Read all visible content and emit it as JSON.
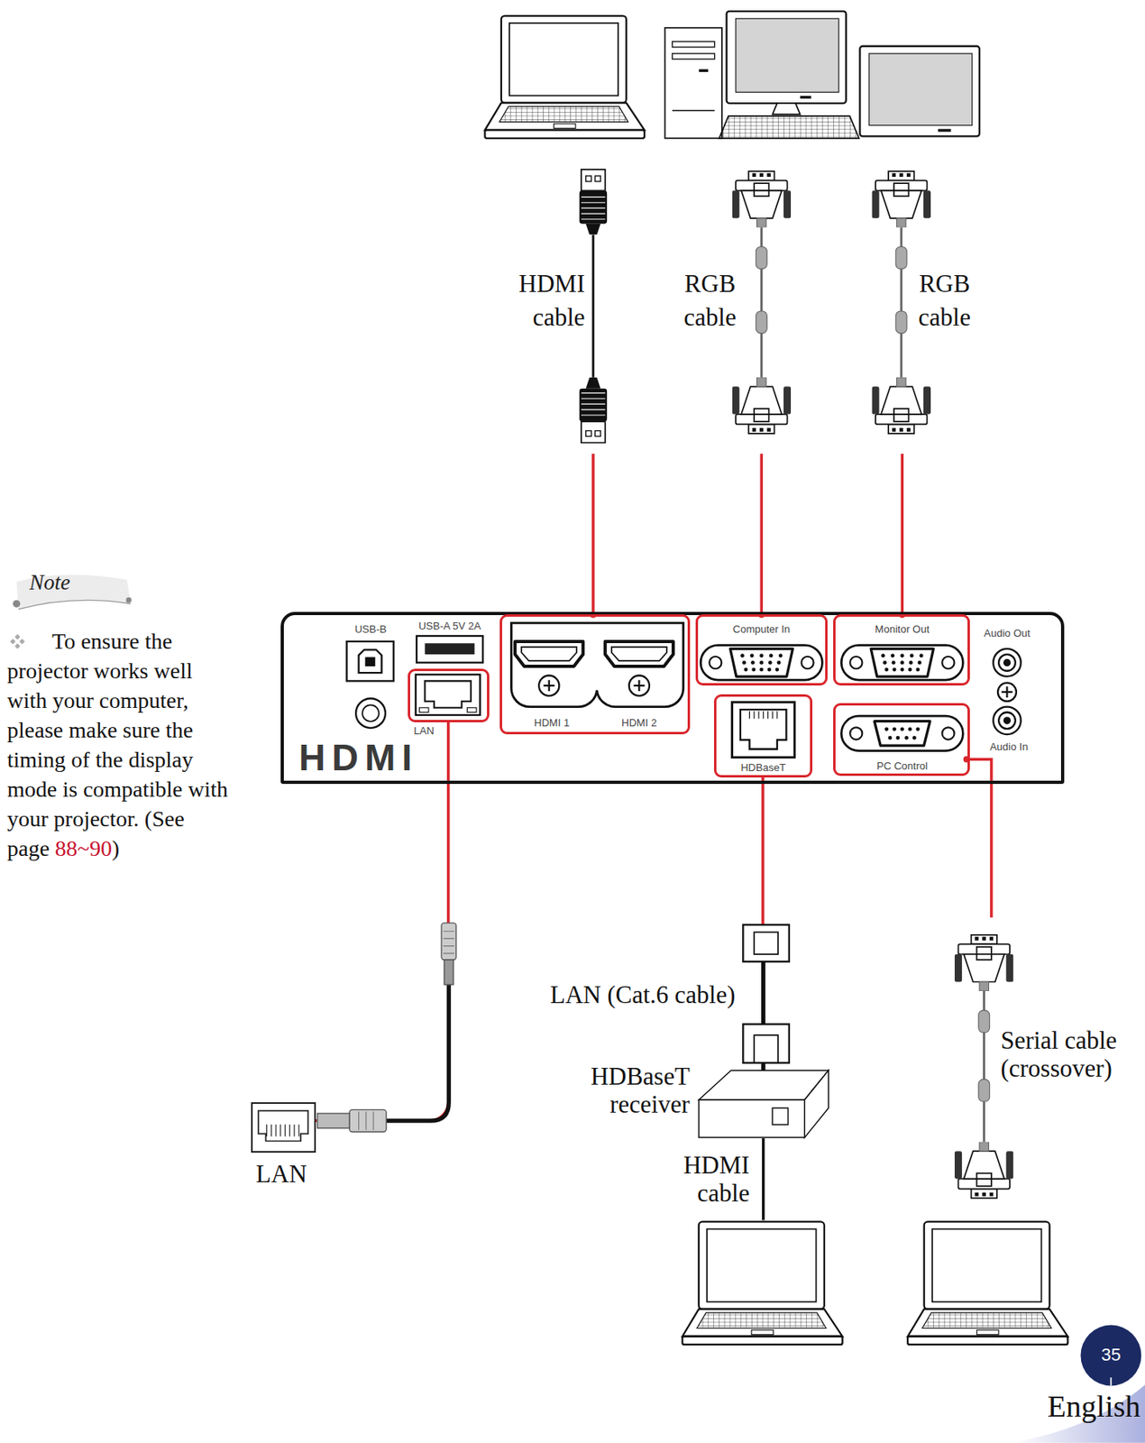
{
  "diagram": {
    "nodes": [
      {
        "text": [
          "HDMI"
        ]
      },
      {
        "text": [
          "LAN"
        ],
        "in": 0
      },
      {
        "text": [
          "HDMI 1",
          "HDMI 2"
        ],
        "in": 0
      },
      {
        "text": [
          "Computer In"
        ],
        "in": 0
      },
      {
        "text": [
          "Monitor Out"
        ],
        "in": 0
      },
      {
        "text": [
          "HDBaseT"
        ],
        "in": 0
      },
      {
        "text": [
          "PC Control"
        ],
        "in": 0
      },
      {
        "text": [
          "HDBaseT receiver"
        ]
      },
      {
        "text": [
          "LAN"
        ]
      }
    ],
    "edges": [
      {
        "from": 1,
        "to": 8,
        "arrow": "none"
      },
      {
        "from": 5,
        "to": 7,
        "label": "LAN (Cat.6 cable)",
        "arrow": "none"
      }
    ],
    "labels": [
      "Note",
      "To ensure the projector works well with your computer, please make sure the timing of the display mode is compatible with your projector. (See page",
      "88~90",
      ")",
      "HDMI cable",
      "RGB cable",
      "RGB cable",
      "USB-B",
      "USB-A 5V 2A",
      "Audio Out",
      "Audio In",
      "HDMI cable",
      "Serial cable (crossover)",
      "35",
      "English"
    ]
  }
}
